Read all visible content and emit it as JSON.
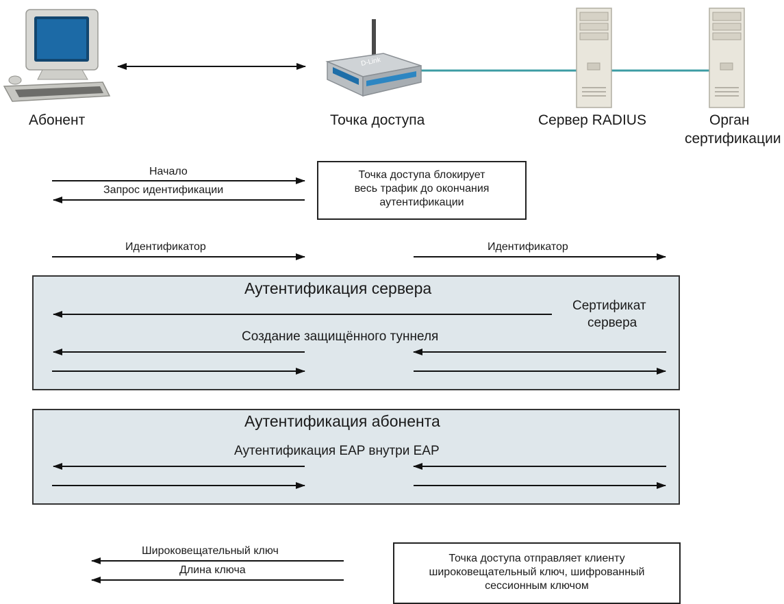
{
  "nodes": {
    "subscriber": "Абонент",
    "access_point": "Точка доступа",
    "radius_server": "Сервер RADIUS",
    "ca_line1": "Орган",
    "ca_line2": "сертификации"
  },
  "access_point_brand": "D-Link",
  "messages": {
    "start": "Начало",
    "id_request": "Запрос идентификации",
    "identifier_left": "Идентификатор",
    "identifier_right": "Идентификатор",
    "broadcast_key": "Широковещательный ключ",
    "key_length": "Длина ключа"
  },
  "notes": {
    "blocking": [
      "Точка доступа блокирует",
      "весь трафик до окончания",
      "аутентификации"
    ],
    "key_send": [
      "Точка доступа отправляет клиенту",
      "широковещательный ключ, шифрованный",
      "сессионным ключом"
    ]
  },
  "server_auth": {
    "title": "Аутентификация сервера",
    "certificate_line1": "Сертификат",
    "certificate_line2": "сервера",
    "tunnel": "Создание защищённого туннеля"
  },
  "client_auth": {
    "title": "Аутентификация абонента",
    "eap": "Аутентификация EAP внутри EAP"
  },
  "colors": {
    "panel_bg": "#dfe7eb",
    "link_line": "#3c9ca3",
    "arrow": "#111111"
  }
}
